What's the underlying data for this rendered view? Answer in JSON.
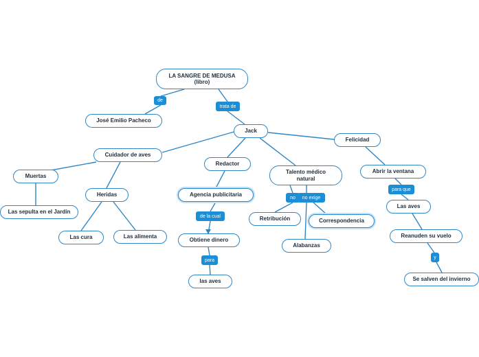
{
  "colors": {
    "edge": "#2f86c4",
    "node_border": "#2f86c4",
    "label_bg": "#1b8ed6",
    "label_text": "#ffffff"
  },
  "nodes": {
    "root": "LA SANGRE DE MEDUSA\n(libro)",
    "author": "José Emilio Pacheco",
    "jack": "Jack",
    "caretaker": "Cuidador de aves",
    "redactor": "Redactor",
    "talent": "Talento médico\nnatural",
    "happiness": "Felicidad",
    "dead": "Muertas",
    "buries": "Las sepulta en el Jardín",
    "wounded": "Heridas",
    "heals": "Las cura",
    "feeds": "Las alimenta",
    "agency": "Agencia publicitaria",
    "earns": "Obtiene dinero",
    "birds_money": "las aves",
    "retribution": "Retribución",
    "correspondence": "Correspondencia",
    "praise": "Alabanzas",
    "window": "Abrir la ventana",
    "birds": "Las aves",
    "resume": "Reanuden su vuelo",
    "saved": "Se salven del invierno"
  },
  "links": {
    "de": "de",
    "trata_de": "trata de",
    "no1": "no",
    "no_exige": "no exige",
    "de_la_cual": "de la cual",
    "para": "para",
    "para_que": "para que",
    "y": "y"
  }
}
